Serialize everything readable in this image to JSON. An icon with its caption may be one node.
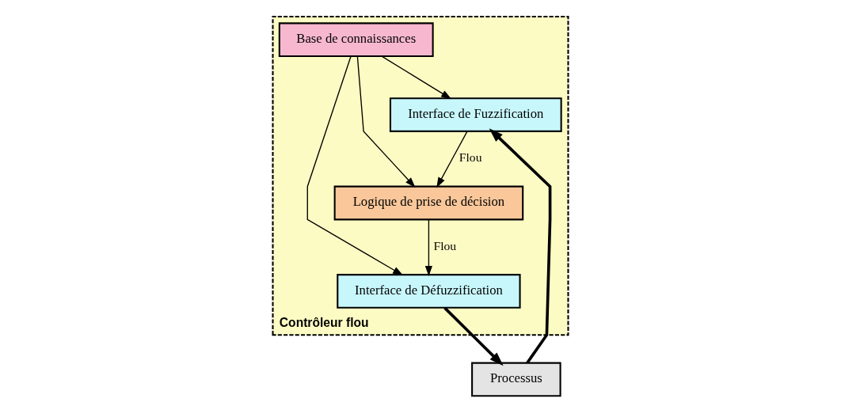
{
  "diagram": {
    "nodes": [
      {
        "text": [
          "Contrôleur flou"
        ]
      },
      {
        "text": [
          "Base de connaissances"
        ],
        "in": 0
      },
      {
        "text": [
          "Interface de Fuzzification"
        ],
        "in": 0
      },
      {
        "text": [
          "Interface de Défuzzification"
        ],
        "in": 0
      },
      {
        "text": [
          "Logique de prise de décision"
        ],
        "in": 0
      },
      {
        "text": [
          "Processus"
        ]
      }
    ],
    "edges": [
      {
        "from": 1,
        "to": 2,
        "arrow": "to"
      },
      {
        "from": 1,
        "to": 3,
        "arrow": "to"
      },
      {
        "from": 1,
        "to": 4,
        "arrow": "to"
      },
      {
        "from": 2,
        "to": 4,
        "arrow": "to",
        "label": "Flou"
      },
      {
        "from": 4,
        "to": 3,
        "arrow": "to",
        "label": "Flou"
      },
      {
        "from": 3,
        "to": 5,
        "arrow": "to",
        "style": "thick"
      },
      {
        "from": 5,
        "to": 2,
        "arrow": "to",
        "style": "thick"
      }
    ]
  }
}
